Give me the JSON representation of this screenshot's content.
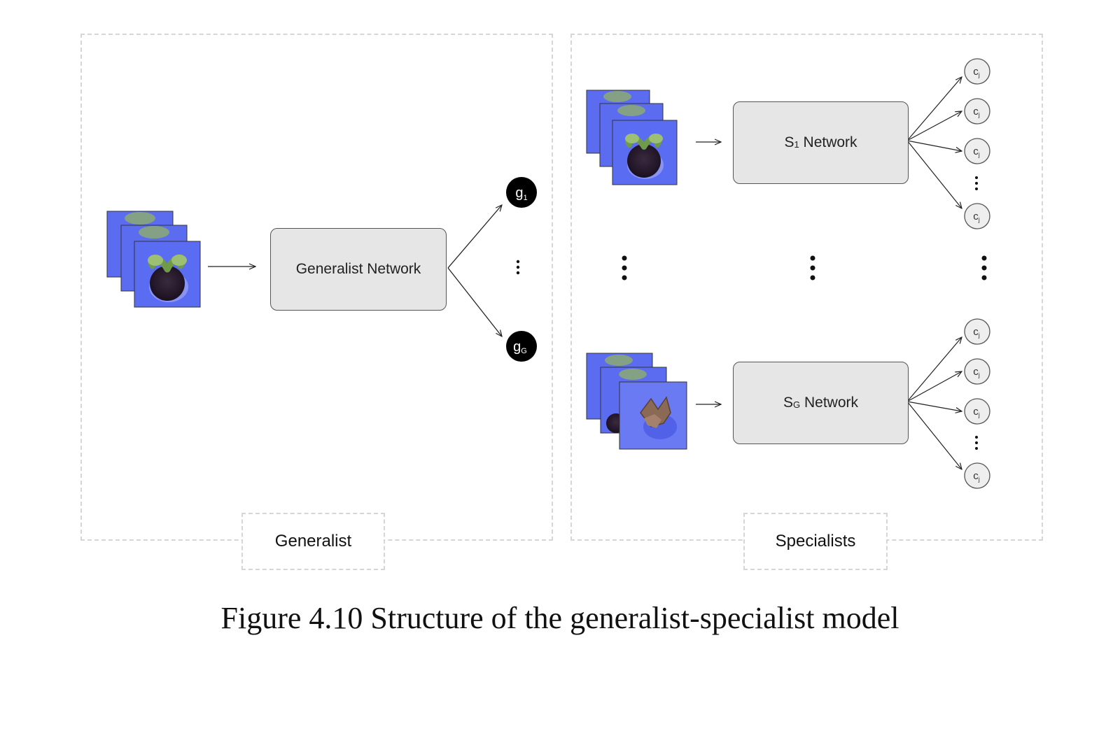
{
  "generalist": {
    "network_label": "Generalist Network",
    "panel_label": "Generalist",
    "outputs": [
      {
        "main": "g",
        "sub": "1"
      },
      {
        "main": "g",
        "sub": "G"
      }
    ]
  },
  "specialists": {
    "panel_label": "Specialists",
    "networks": [
      {
        "prefix": "S",
        "sub": "1",
        "suffix": " Network"
      },
      {
        "prefix": "S",
        "sub": "G",
        "suffix": " Network"
      }
    ],
    "output_node": {
      "main": "c",
      "sub": "j"
    }
  },
  "caption": "Figure 4.10 Structure of the generalist-specialist model",
  "colors": {
    "image_background": "#5b6cf0",
    "network_box": "#e6e6e6",
    "generalist_node": "#000000",
    "specialist_node": "#eeeeee",
    "panel_border": "#d6d6d6"
  }
}
